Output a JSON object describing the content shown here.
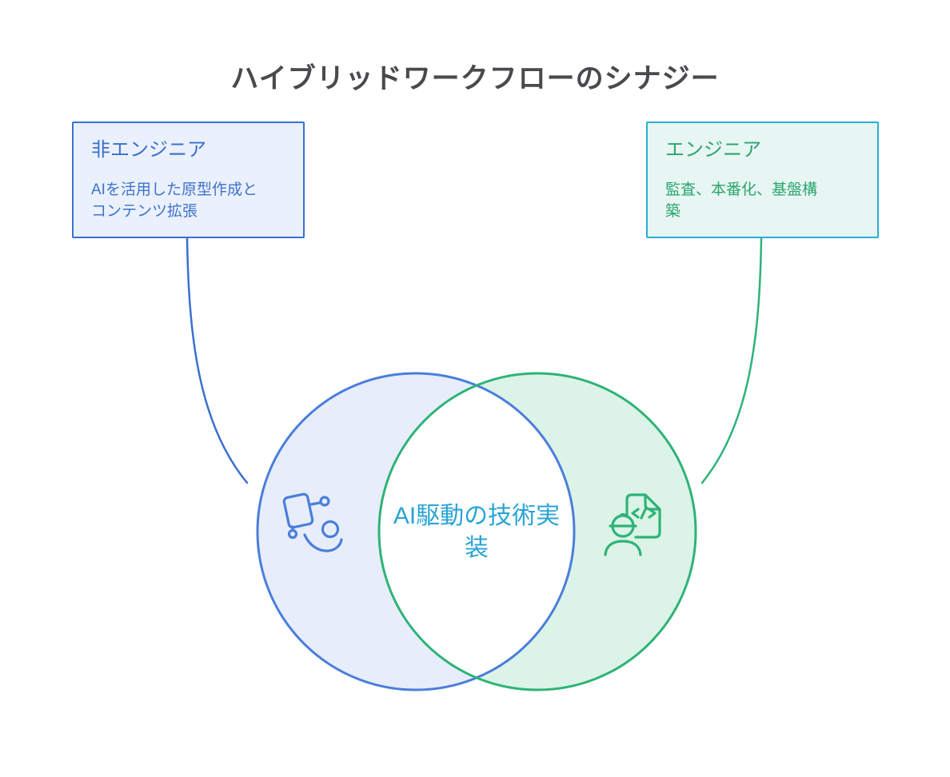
{
  "title": "ハイブリッドワークフローのシナジー",
  "left_box": {
    "title": "非エンジニア",
    "description": "AIを活用した原型作成と\nコンテンツ拡張"
  },
  "right_box": {
    "title": "エンジニア",
    "description": "監査、本番化、基盤構\n築"
  },
  "venn": {
    "center_label": "AI駆動の技術実\n装",
    "left_icon": "presenter-with-board-icon",
    "right_icon": "engineer-with-code-document-icon"
  },
  "colors": {
    "title_text": "#4a4a4e",
    "blue_border": "#3b70cf",
    "blue_box_fill": "#eaf1fd",
    "blue_text": "#3a6fd1",
    "cyan_border": "#2aadd6",
    "mint_box_fill": "#e7f6f3",
    "green_text": "#2da56e",
    "circle_blue_stroke": "#4a7edb",
    "circle_blue_fill": "#e7edfb",
    "circle_green_stroke": "#2eb377",
    "circle_green_fill": "#dcf3e7",
    "center_label_text": "#2aa4d5",
    "intersection_fill": "#ffffff"
  }
}
